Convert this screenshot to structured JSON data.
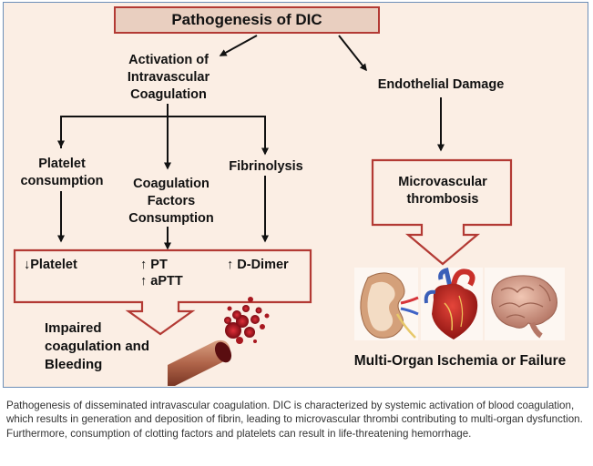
{
  "title": "Pathogenesis of DIC",
  "nodes": {
    "activation": "Activation of\nIntravascular\nCoagulation",
    "endothelial": "Endothelial Damage",
    "platelet_consumption": "Platelet\nconsumption",
    "coag_factors": "Coagulation\nFactors\nConsumption",
    "fibrinolysis": "Fibrinolysis",
    "microvascular": "Microvascular\nthrombosis",
    "platelet_down": "↓Platelet",
    "pt_up": "↑ PT",
    "aptt_up": "↑ aPTT",
    "ddimer_up": "↑ D-Dimer",
    "impaired": "Impaired\ncoagulation and\nBleeding",
    "multi_organ": "Multi-Organ Ischemia or Failure"
  },
  "images": [
    "blood-vessel-image",
    "kidney-image",
    "heart-image",
    "brain-image"
  ],
  "colors": {
    "box_border": "#b33a34",
    "background": "#fbeee4",
    "title_fill": "#e9cfc0"
  },
  "caption": "Pathogenesis of disseminated intravascular coagulation. DIC is characterized by systemic activation of blood coagulation, which results in generation and deposition of fibrin, leading to microvascular thrombi contributing to multi-organ dysfunction. Furthermore, consumption of clotting factors and platelets can result in life-threatening hemorrhage."
}
